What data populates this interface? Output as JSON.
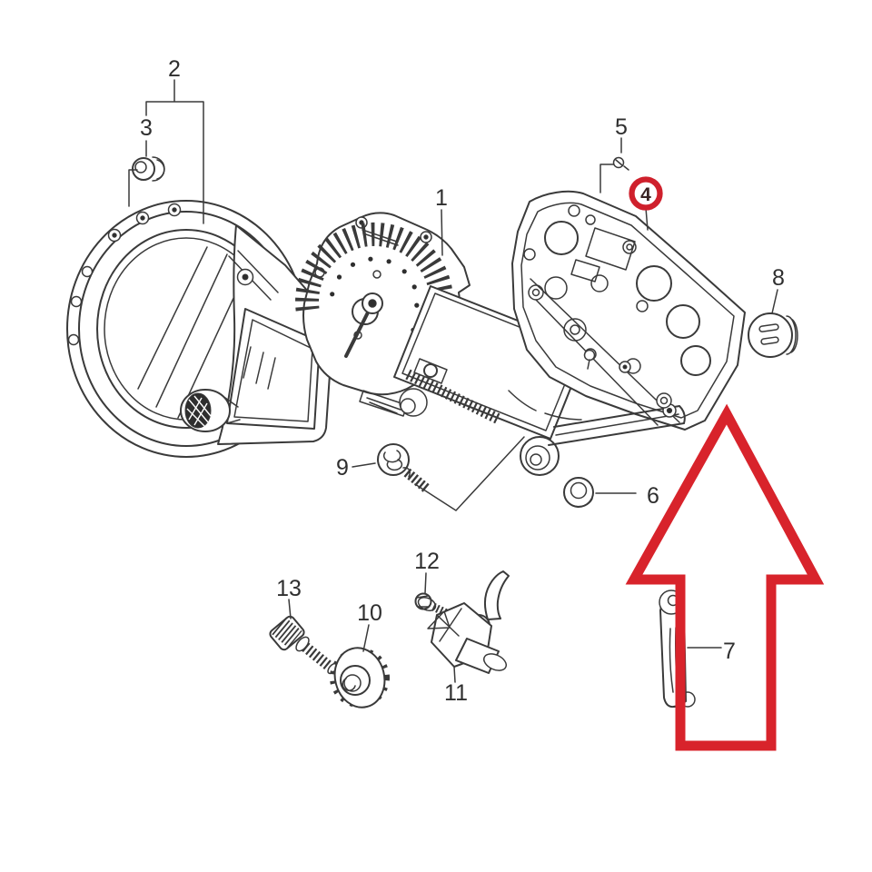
{
  "colors": {
    "background": "#ffffff",
    "line": "#3a3a3a",
    "highlight_red": "#d8232b"
  },
  "part_labels": {
    "p1": "1",
    "p2": "2",
    "p3": "3",
    "p4": "4",
    "p5": "5",
    "p6": "6",
    "p7": "7",
    "p8": "8",
    "p9": "9",
    "p10": "10",
    "p11": "11",
    "p12": "12",
    "p13": "13"
  },
  "highlight": {
    "circled_part": "4",
    "arrow_direction": "up"
  }
}
